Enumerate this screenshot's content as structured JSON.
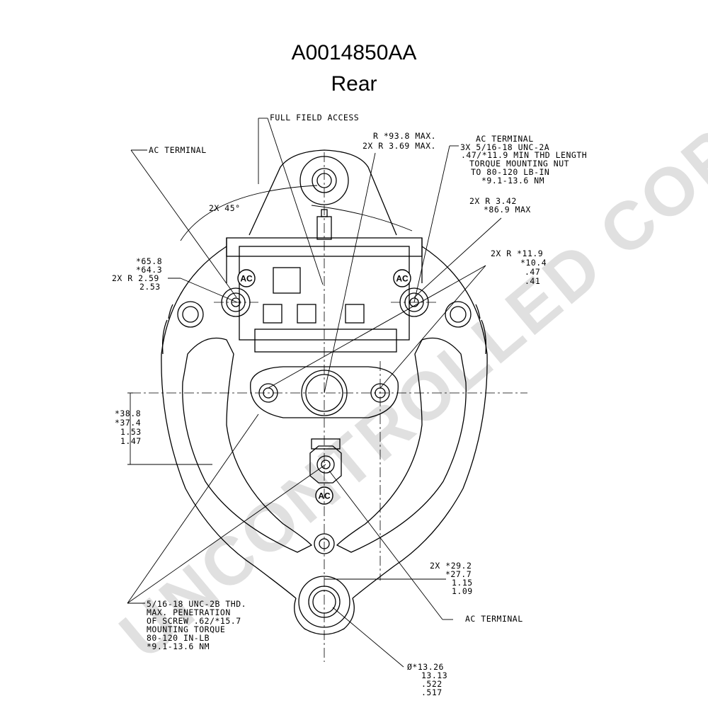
{
  "title": "A0014850AA",
  "subtitle": "Rear",
  "watermark": "UNCONTROLLED COPY",
  "labels": {
    "full_field": "FULL FIELD ACCESS",
    "radius_max": [
      "R *93.8 MAX.",
      "2X R 3.69 MAX."
    ],
    "ac_terminal_left": "AC TERMINAL",
    "ac_terminal_right": [
      "AC TERMINAL",
      "3X 5/16-18 UNC-2A",
      ".47/*11.9 MIN THD LENGTH",
      "TORQUE MOUNTING NUT",
      "TO 80-120 LB-IN",
      "*9.1-13.6 NM"
    ],
    "angle": "2X 45°",
    "r342": [
      "2X R 3.42",
      "*86.9 MAX"
    ],
    "r259": [
      "*65.8",
      "*64.3",
      "2X R 2.59",
      "2.53"
    ],
    "r119": [
      "2X R *11.9",
      "*10.4",
      ".47",
      ".41"
    ],
    "dim388": [
      "*38.8",
      "*37.4",
      "1.53",
      "1.47"
    ],
    "dim292": [
      "2X *29.2",
      "*27.7",
      "1.15",
      "1.09"
    ],
    "thread_note": [
      "5/16-18 UNC-2B THD.",
      "MAX. PENETRATION",
      "OF SCREW .62/*15.7",
      "MOUNTING TORQUE",
      "80-120 IN-LB",
      "*9.1-13.6 NM"
    ],
    "ac_terminal_bottom": "AC TERMINAL",
    "diameter": [
      "Ø*13.26",
      "13.13",
      ".522",
      ".517"
    ],
    "ac_badge": "AC"
  }
}
